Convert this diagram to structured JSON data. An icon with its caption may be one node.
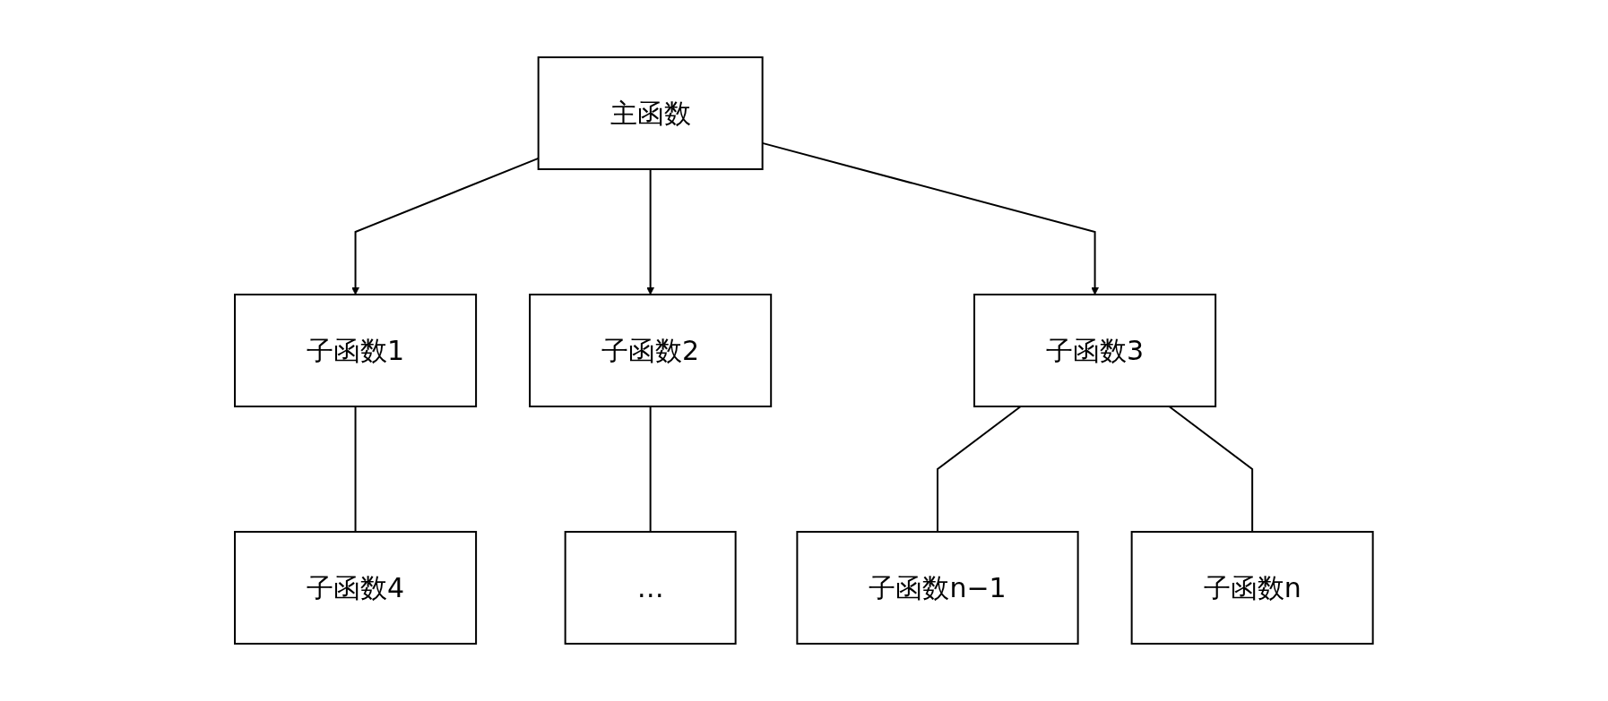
{
  "diagram": {
    "nodes": [
      {
        "text": [
          "主函数"
        ]
      },
      {
        "text": [
          "子函数1"
        ]
      },
      {
        "text": [
          "子函数2"
        ]
      },
      {
        "text": [
          "子函数3"
        ]
      },
      {
        "text": [
          "子函数4"
        ]
      },
      {
        "text": [
          "…"
        ]
      },
      {
        "text": [
          "子函数n−1"
        ]
      },
      {
        "text": [
          "子函数n"
        ]
      }
    ],
    "edges": [
      {
        "from": 0,
        "to": 1,
        "arrow": "to"
      },
      {
        "from": 0,
        "to": 2,
        "arrow": "to"
      },
      {
        "from": 0,
        "to": 3,
        "arrow": "to"
      },
      {
        "from": 1,
        "to": 4,
        "arrow": "none"
      },
      {
        "from": 2,
        "to": 5,
        "arrow": "none"
      },
      {
        "from": 3,
        "to": 6,
        "arrow": "none"
      },
      {
        "from": 3,
        "to": 7,
        "arrow": "none"
      }
    ]
  }
}
